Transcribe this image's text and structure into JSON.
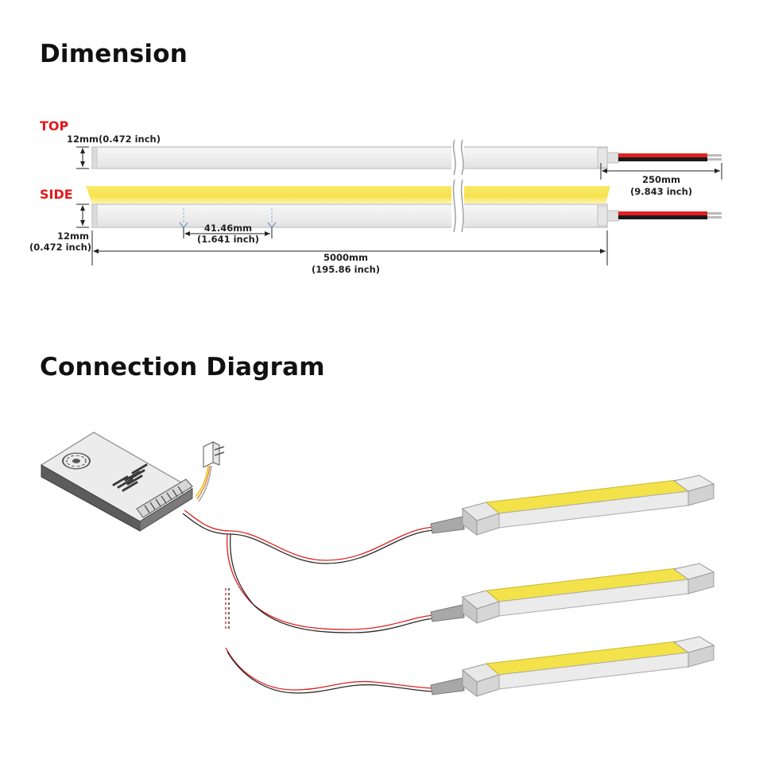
{
  "sections": {
    "dimension_title": "Dimension",
    "connection_title": "Connection Diagram"
  },
  "views": {
    "top": "TOP",
    "side": "SIDE"
  },
  "dimensions": {
    "top_width": "12mm(0.472 inch)",
    "side_height_mm": "12mm",
    "side_height_in": "(0.472 inch)",
    "pitch_mm": "41.46mm",
    "pitch_in": "(1.641 inch)",
    "length_mm": "5000mm",
    "length_in": "(195.86 inch)",
    "cable_mm": "250mm",
    "cable_in": "(9.843 inch)"
  },
  "colors": {
    "led_yellow": "#f3e24a",
    "wire_red": "#e02020",
    "label_red": "#e21a1a"
  }
}
